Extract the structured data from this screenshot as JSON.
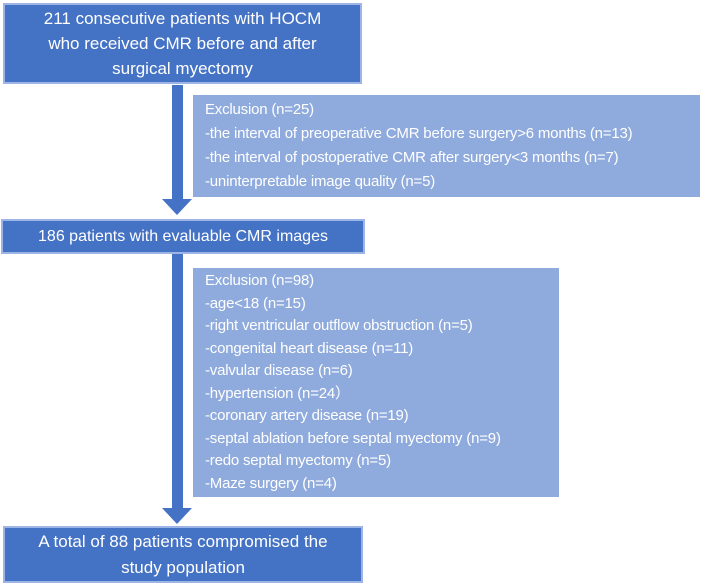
{
  "palette": {
    "dark_box_fill": "#4472C4",
    "dark_box_border": "#9DB5E6",
    "light_box_fill": "#8FAADC",
    "arrow_color": "#4472C4",
    "text_color": "#FFFFFF",
    "background": "#FFFFFF"
  },
  "flow": {
    "top_box": {
      "lines": [
        "211 consecutive patients with HOCM",
        "who received CMR before and after",
        "surgical myectomy"
      ]
    },
    "exclusion_box_1": {
      "lines": [
        "Exclusion (n=25)",
        "-the interval of preoperative CMR before surgery>6 months (n=13)",
        "-the interval of postoperative CMR after surgery<3 months (n=7)",
        "-uninterpretable image quality (n=5)"
      ]
    },
    "middle_box": {
      "text": "186 patients with evaluable CMR images"
    },
    "exclusion_box_2": {
      "lines": [
        "Exclusion (n=98)",
        "-age<18 (n=15)",
        "-right ventricular outflow obstruction (n=5)",
        "-congenital heart disease (n=11)",
        "-valvular disease (n=6)",
        "-hypertension (n=24）",
        "-coronary artery disease (n=19)",
        "-septal ablation before septal myectomy (n=9)",
        "-redo septal myectomy (n=5)",
        "-Maze surgery (n=4)"
      ]
    },
    "bottom_box": {
      "lines": [
        "A total of 88 patients compromised the",
        "study population"
      ]
    }
  }
}
